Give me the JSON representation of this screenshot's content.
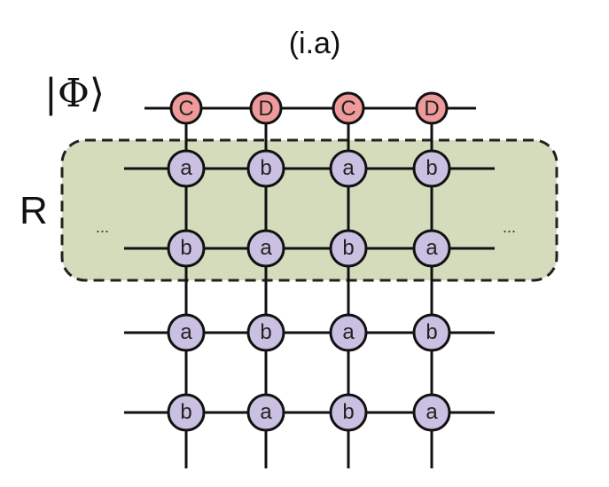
{
  "title": "(i.a)",
  "state_label": "|Φ⟩",
  "region_label": "R",
  "ellipsis_left": "...",
  "ellipsis_right": "...",
  "colors": {
    "top_node_fill": "#ef9a9a",
    "tensor_node_fill": "#c9c0e2",
    "region_fill": "#d4dcbc",
    "region_border": "#222222",
    "line": "#111111"
  },
  "top_row": [
    "C",
    "D",
    "C",
    "D"
  ],
  "grid": [
    [
      "a",
      "b",
      "a",
      "b"
    ],
    [
      "b",
      "a",
      "b",
      "a"
    ],
    [
      "a",
      "b",
      "a",
      "b"
    ],
    [
      "b",
      "a",
      "b",
      "a"
    ]
  ]
}
